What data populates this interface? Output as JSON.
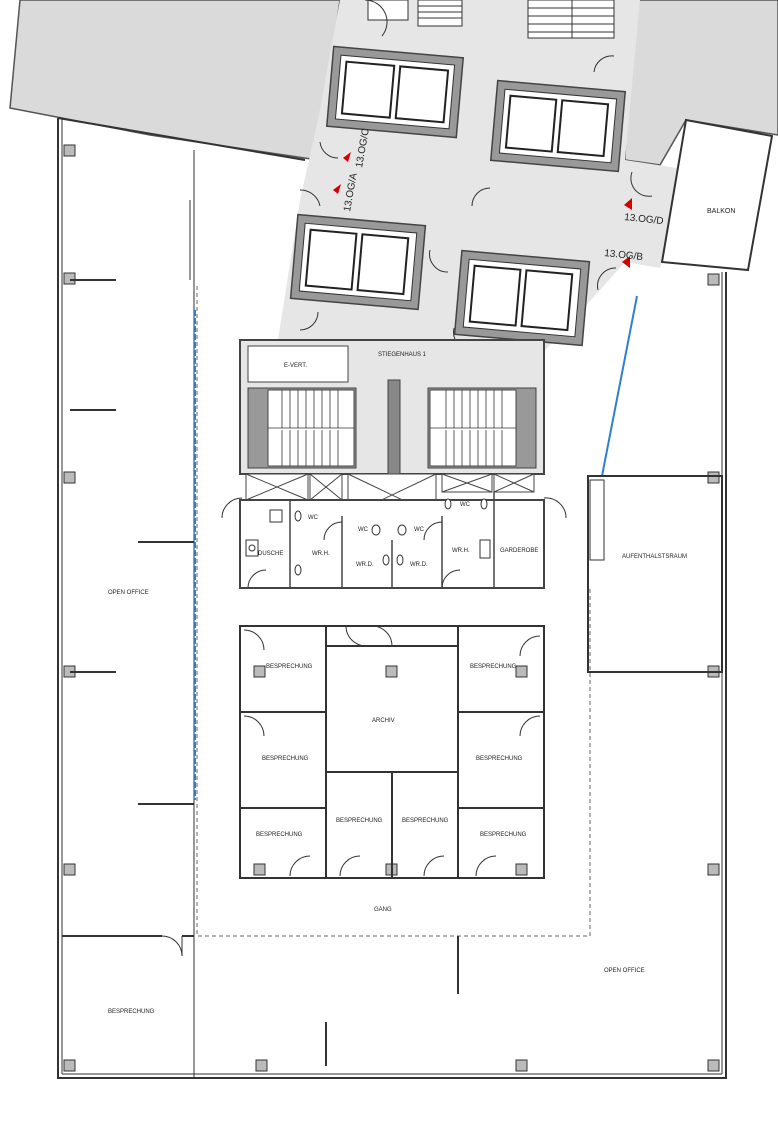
{
  "plan": {
    "elevator_labels": {
      "a": "13.OG/A",
      "b": "13.OG/B",
      "c": "13.OG/C",
      "d": "13.OG/D"
    },
    "rooms": {
      "balkon": "BALKON",
      "e_vert": "E-VERT.",
      "stiegenhaus": "STIEGENHAUS 1",
      "wc_1": "WC",
      "wc_2": "WC",
      "wc_3": "WC",
      "wc_4": "WC",
      "dusche": "DUSCHE",
      "wrh_1": "WR.H.",
      "wrd_1": "WR.D.",
      "wrd_2": "WR.D.",
      "wrh_2": "WR.H.",
      "garderobe": "GARDEROBE",
      "aufenthaltsraum": "AUFENTHALSTSRAUM",
      "open_office_left": "OPEN OFFICE",
      "besprechung_tl": "BESPRECHUNG",
      "besprechung_tr": "BESPRECHUNG",
      "archiv": "ARCHIV",
      "besprechung_ml": "BESPRECHUNG",
      "besprechung_mr": "BESPRECHUNG",
      "besprechung_bl": "BESPRECHUNG",
      "besprechung_bc1": "BESPRECHUNG",
      "besprechung_bc2": "BESPRECHUNG",
      "besprechung_br": "BESPRECHUNG",
      "gang": "GANG",
      "open_office_right": "OPEN OFFICE",
      "besprechung_bottom": "BESPRECHUNG"
    },
    "colors": {
      "wall": "#6b6b6b",
      "wall_dark": "#3a3a3a",
      "core_fill": "#e6e6e6",
      "roof_fill": "#dadada",
      "marker": "#d40000",
      "glass": "#2f7fd1"
    }
  }
}
